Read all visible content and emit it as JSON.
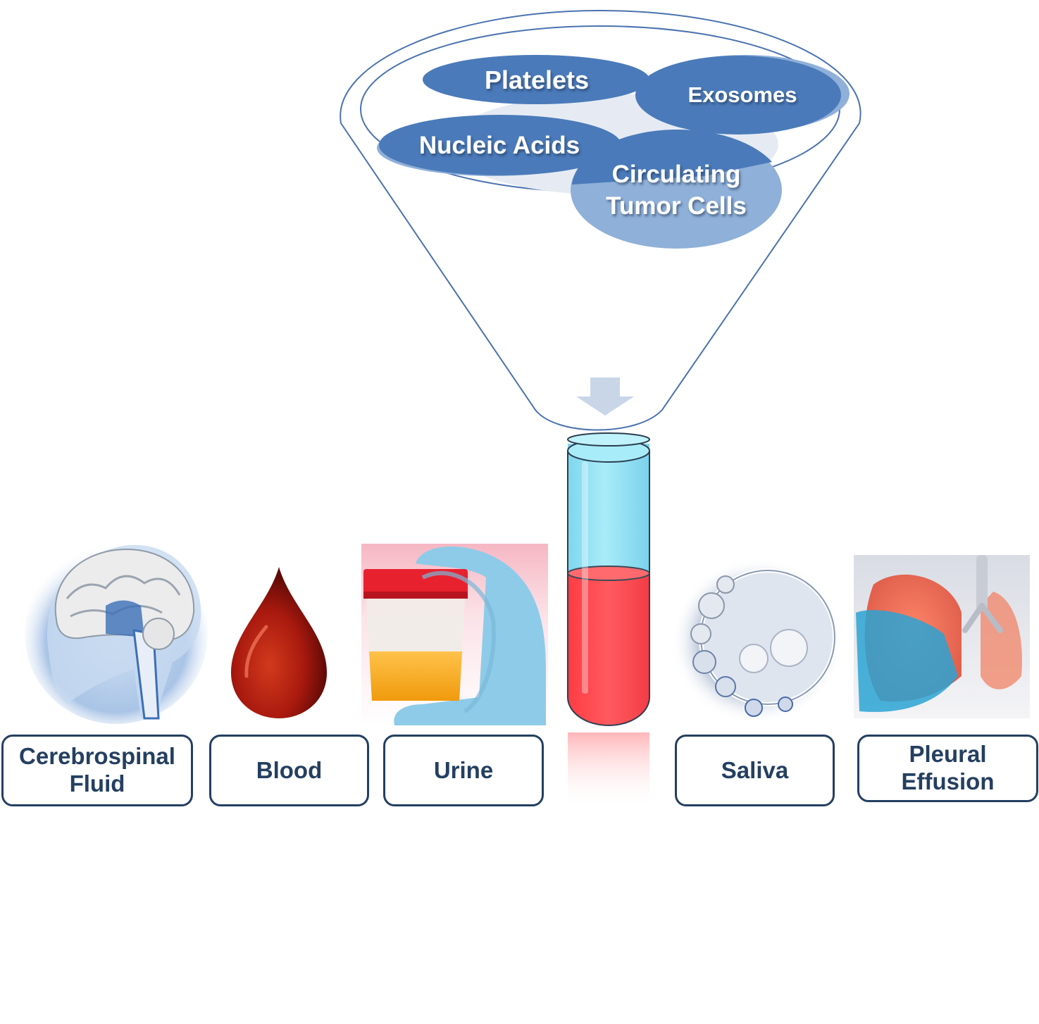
{
  "funnel": {
    "components": {
      "platelets": "Platelets",
      "exosomes": "Exosomes",
      "nucleic_acids": "Nucleic Acids",
      "ctc_line1": "Circulating",
      "ctc_line2": "Tumor Cells"
    }
  },
  "sources": {
    "csf": {
      "line1": "Cerebrospinal",
      "line2": "Fluid"
    },
    "blood": {
      "label": "Blood"
    },
    "urine": {
      "label": "Urine"
    },
    "saliva": {
      "label": "Saliva"
    },
    "pleural": {
      "line1": "Pleural",
      "line2": "Effusion"
    }
  },
  "colors": {
    "ellipse_dark": "#4a7ab9",
    "ellipse_light": "#8fb0d8",
    "funnel_stroke": "#4a72b0",
    "label_border": "#243f60",
    "arrow": "#c9d6e8",
    "tube_liquid": "#ff4a4f",
    "tube_glass": "#8fdff2"
  },
  "icons": {
    "csf": "brain-icon",
    "blood": "blood-drop-icon",
    "urine": "urine-cup-icon",
    "tube": "test-tube-icon",
    "saliva": "bubbles-icon",
    "pleural": "lungs-icon"
  }
}
